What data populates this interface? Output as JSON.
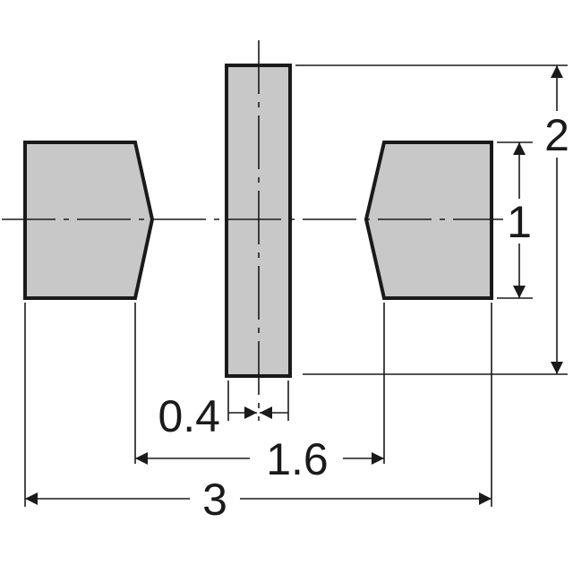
{
  "dimensions": {
    "pin_width": "0.4",
    "pad_gap": "1.6",
    "overall_width": "3",
    "pad_height": "1",
    "pin_height": "2"
  },
  "colors": {
    "fill": "#c8c8c8",
    "stroke": "#1a1a1a",
    "background": "#ffffff"
  }
}
